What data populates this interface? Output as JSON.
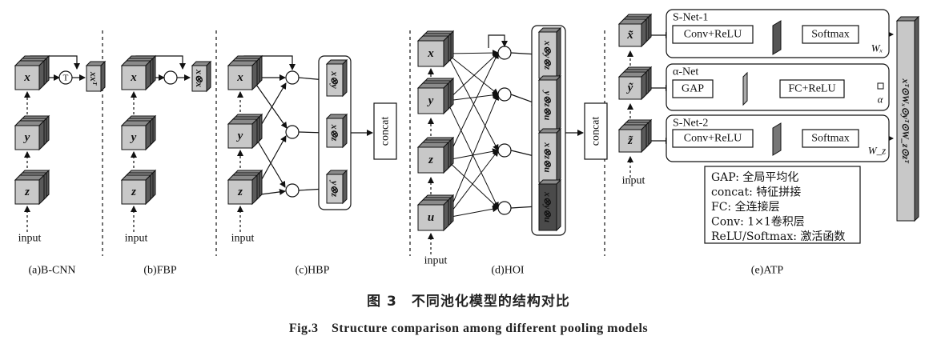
{
  "panels": [
    {
      "id": "a",
      "label": "(a)B-CNN"
    },
    {
      "id": "b",
      "label": "(b)FBP"
    },
    {
      "id": "c",
      "label": "(c)HBP"
    },
    {
      "id": "d",
      "label": "(d)HOI"
    },
    {
      "id": "e",
      "label": "(e)ATP"
    }
  ],
  "nodes": {
    "x": "x",
    "y": "y",
    "z": "z",
    "u": "u"
  },
  "input_label": "input",
  "concat_label": "concat",
  "transpose_symbol": "T",
  "bcnn_output": "xxᵀ",
  "fbp_output": "x⊗x",
  "hbp_outputs": [
    "x⊗y",
    "x⊗z",
    "y⊗z"
  ],
  "hoi_outputs": [
    "x⊗y⊗z",
    "y⊗z⊗u",
    "x⊗z⊗u",
    "x⊗y⊗u"
  ],
  "atp": {
    "snet1_title": "S-Net-1",
    "snet2_title": "S-Net-2",
    "alphanet_title": "α-Net",
    "conv_relu": "Conv+ReLU",
    "softmax": "Softmax",
    "gap": "GAP",
    "fc_relu": "FC+ReLU",
    "wx": "Wₓ",
    "wz": "W_z",
    "alpha": "α",
    "output": "xᵀ⊙Wₓ⊙yᵀ⊙W_z⊙zᵀ",
    "legend": [
      "GAP: 全局平均化",
      "concat: 特征拼接",
      "FC: 全连接层",
      "Conv: 1×1卷积层",
      "ReLU/Softmax: 激活函数"
    ]
  },
  "caption_cn": "图 3　不同池化模型的结构对比",
  "caption_en": "Fig.3　Structure comparison among different pooling models"
}
